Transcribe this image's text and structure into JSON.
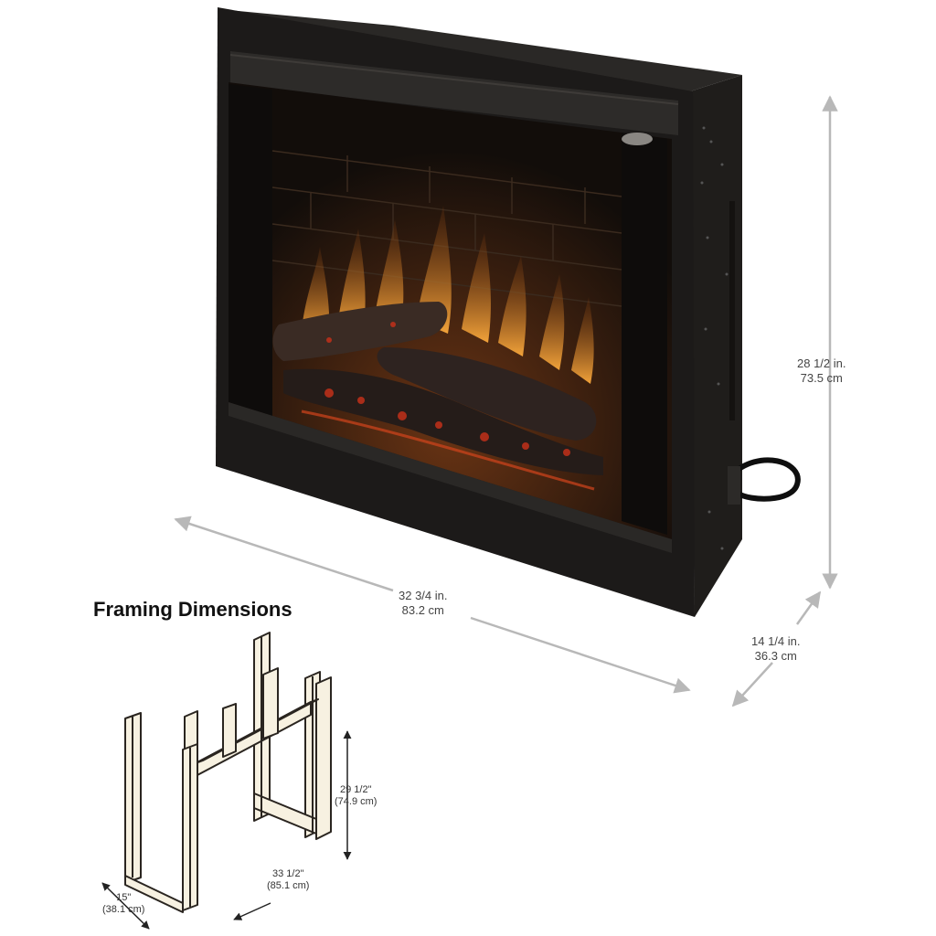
{
  "colors": {
    "frame": "#1c1a19",
    "frame_edge": "#2b2927",
    "firebox": "#120d0a",
    "brick": "#2a1d14",
    "flame": "#e08a2a",
    "ember": "#c2301a",
    "arrow": "#b8b8b8",
    "wood": "#f7f1e1",
    "wood_line": "#2a2520"
  },
  "product": {
    "logo_icon": "brand-badge-icon",
    "dimensions": {
      "height": {
        "imperial": "28 1/2 in.",
        "metric": "73.5 cm"
      },
      "width": {
        "imperial": "32 3/4 in.",
        "metric": "83.2 cm"
      },
      "depth": {
        "imperial": "14 1/4 in.",
        "metric": "36.3 cm"
      }
    }
  },
  "framing": {
    "title": "Framing Dimensions",
    "height": {
      "imperial": "29 1/2\"",
      "metric": "(74.9 cm)"
    },
    "width": {
      "imperial": "33 1/2\"",
      "metric": "(85.1 cm)"
    },
    "depth": {
      "imperial": "15\"",
      "metric": "(38.1 cm)"
    }
  }
}
